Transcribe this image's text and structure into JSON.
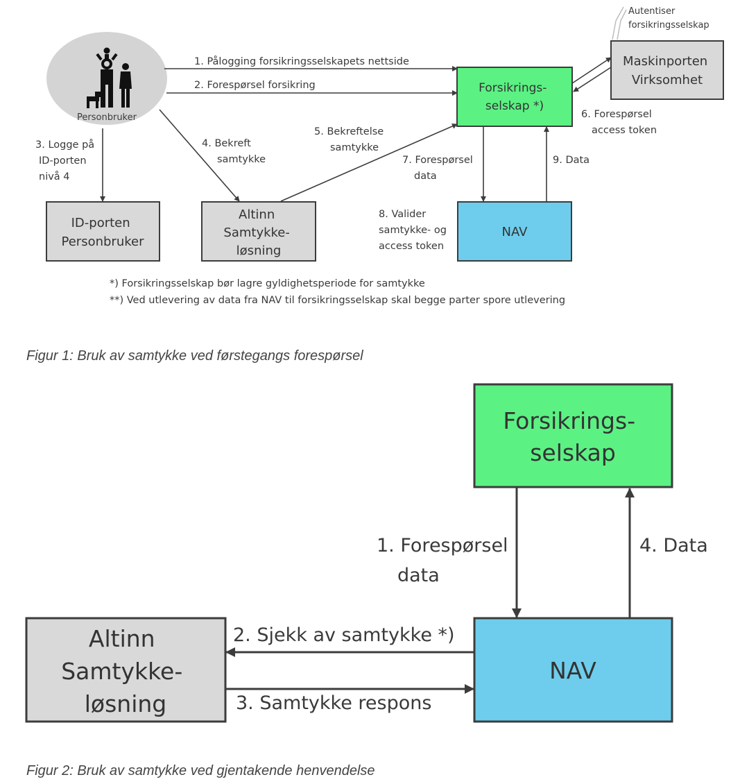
{
  "figure1": {
    "person_label": "Personbruker",
    "boxes": {
      "forsikring": [
        "Forsikrings-",
        "selskap *)"
      ],
      "maskinporten": [
        "Maskinporten",
        "Virksomhet"
      ],
      "idporten": [
        "ID-porten",
        "Personbruker"
      ],
      "altinn": [
        "Altinn",
        "Samtykke-",
        "løsning"
      ],
      "nav": [
        "NAV"
      ]
    },
    "labels": {
      "step1": "1. Pålogging forsikringsselskapets nettside",
      "step2": "2. Forespørsel forsikring",
      "step3": [
        "3. Logge på",
        "ID-porten",
        "nivå 4"
      ],
      "step4": [
        "4. Bekreft",
        "samtykke"
      ],
      "step5": [
        "5. Bekreftelse",
        "samtykke"
      ],
      "step6": [
        "6. Forespørsel",
        "access token"
      ],
      "step7": [
        "7. Forespørsel",
        "data"
      ],
      "step8": [
        "8. Valider",
        "samtykke- og",
        "access token"
      ],
      "step9": "9. Data",
      "autentiser": [
        "Autentiser",
        "forsikringsselskap"
      ]
    },
    "footnotes": [
      "*) Forsikringsselskap bør lagre gyldighetsperiode for samtykke",
      "**) Ved utlevering av data fra NAV til forsikringsselskap skal begge parter spore utlevering"
    ],
    "caption": "Figur 1: Bruk av samtykke ved førstegangs forespørsel"
  },
  "figure2": {
    "boxes": {
      "forsikring": [
        "Forsikrings-",
        "selskap"
      ],
      "altinn": [
        "Altinn",
        "Samtykke-",
        "løsning"
      ],
      "nav": [
        "NAV"
      ]
    },
    "labels": {
      "step1": [
        "1. Forespørsel",
        "data"
      ],
      "step2": "2. Sjekk av samtykke *)",
      "step3": "3. Samtykke respons",
      "step4": "4. Data"
    },
    "caption": "Figur 2: Bruk av samtykke ved gjentakende henvendelse"
  },
  "colors": {
    "green": "#5cf183",
    "blue": "#6ecdec",
    "gray": "#d9d9d9",
    "ellipse": "#d4d4d4",
    "stroke": "#3c3c3c"
  }
}
